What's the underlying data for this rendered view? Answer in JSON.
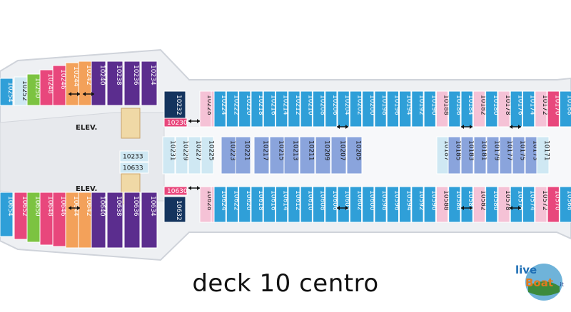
{
  "caption": "deck 10 centro",
  "logo": {
    "word1": "live",
    "word2": "Boat",
    "suffix": ".it"
  },
  "labels": {
    "elevator": "ELEV."
  },
  "colors": {
    "purple": "#5b2d8e",
    "blue": "#2f9fd8",
    "pink": "#f5c2d6",
    "red": "#e8477c",
    "lightblue": "#cfe8f3",
    "periwinkle": "#8aa4dc",
    "orange": "#f3a15a",
    "green": "#7cc341",
    "navy": "#14345e",
    "hull": "#d9dde4"
  },
  "top_outer": [
    {
      "n": "10254",
      "c": "blue"
    },
    {
      "n": "10252",
      "c": "lightblue"
    },
    {
      "n": "10250",
      "c": "green"
    },
    {
      "n": "10248",
      "c": "red"
    },
    {
      "n": "10246",
      "c": "red"
    },
    {
      "n": "10244",
      "c": "orange"
    },
    {
      "n": "10242",
      "c": "orange"
    },
    {
      "n": "10240",
      "c": "purple"
    },
    {
      "n": "10238",
      "c": "purple"
    },
    {
      "n": "10236",
      "c": "purple"
    },
    {
      "n": "10234",
      "c": "purple"
    },
    {
      "n": "10232",
      "c": "navy"
    },
    {
      "n": "10230",
      "c": "red"
    },
    {
      "n": "10228",
      "c": "pink"
    },
    {
      "n": "10226",
      "c": "pink"
    }
  ],
  "top_row": [
    "10224",
    "10222",
    "10220",
    "10218",
    "10216",
    "10214",
    "10212",
    "10210",
    "10208",
    "10206",
    "10204",
    "10202",
    "10200",
    "10198",
    "10196",
    "10194",
    "10192",
    "10190",
    "10188",
    "10186",
    "10184",
    "10182",
    "10180",
    "10178",
    "10176",
    "10174",
    "10172",
    "10170",
    "10168"
  ],
  "top_row_colors": [
    "blue",
    "blue",
    "blue",
    "blue",
    "blue",
    "blue",
    "blue",
    "blue",
    "blue",
    "blue",
    "blue",
    "blue",
    "blue",
    "blue",
    "blue",
    "blue",
    "blue",
    "blue",
    "pink",
    "blue",
    "blue",
    "pink",
    "blue",
    "pink",
    "blue",
    "blue",
    "pink",
    "red",
    "blue"
  ],
  "inner_top": [
    "10231",
    "10229",
    "10227",
    "10225",
    "10223",
    "10221",
    "10217",
    "10215",
    "10213",
    "10211",
    "10209",
    "10207",
    "10205"
  ],
  "inner_top_right": [
    "10187",
    "10185",
    "10183",
    "10181",
    "10179",
    "10177",
    "10175",
    "10173",
    "10171"
  ],
  "inner_lobby": [
    "10233",
    "10633"
  ],
  "bottom_outer": [
    {
      "n": "10654",
      "c": "blue"
    },
    {
      "n": "10652",
      "c": "red"
    },
    {
      "n": "10650",
      "c": "green"
    },
    {
      "n": "10648",
      "c": "red"
    },
    {
      "n": "10646",
      "c": "red"
    },
    {
      "n": "10644",
      "c": "orange"
    },
    {
      "n": "10642",
      "c": "orange"
    },
    {
      "n": "10640",
      "c": "purple"
    },
    {
      "n": "10638",
      "c": "purple"
    },
    {
      "n": "10636",
      "c": "purple"
    },
    {
      "n": "10634",
      "c": "purple"
    },
    {
      "n": "10632",
      "c": "navy"
    },
    {
      "n": "10630",
      "c": "red"
    },
    {
      "n": "10628",
      "c": "pink"
    },
    {
      "n": "10626",
      "c": "pink"
    }
  ],
  "bottom_row": [
    "10624",
    "10622",
    "10620",
    "10618",
    "10616",
    "10614",
    "10612",
    "10610",
    "10608",
    "10606",
    "10604",
    "10602",
    "10600",
    "10598",
    "10596",
    "10594",
    "10592",
    "10590",
    "10588",
    "10586",
    "10584",
    "10582",
    "10580",
    "10578",
    "10576",
    "10574",
    "10572",
    "10570",
    "10568"
  ],
  "bottom_row_colors": [
    "blue",
    "blue",
    "blue",
    "blue",
    "blue",
    "blue",
    "blue",
    "blue",
    "blue",
    "blue",
    "blue",
    "blue",
    "blue",
    "blue",
    "blue",
    "blue",
    "blue",
    "blue",
    "pink",
    "blue",
    "blue",
    "pink",
    "blue",
    "pink",
    "blue",
    "blue",
    "pink",
    "red",
    "blue"
  ]
}
